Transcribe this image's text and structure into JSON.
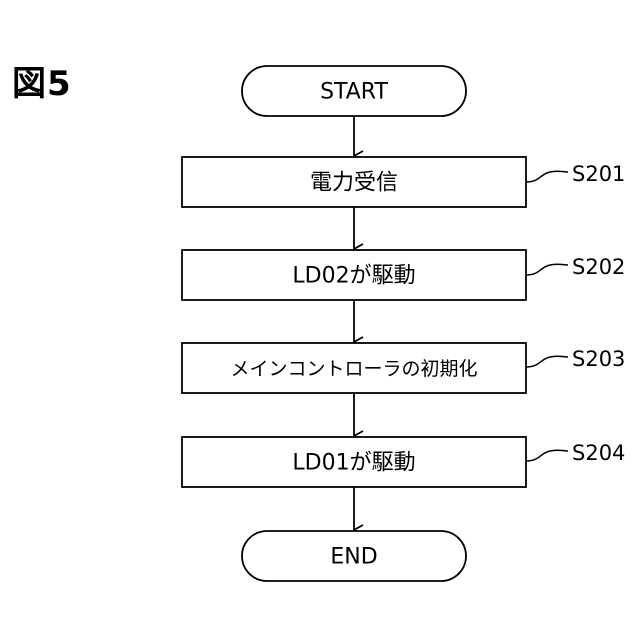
{
  "figure": {
    "label": "図5"
  },
  "flow": {
    "start": {
      "text": "START"
    },
    "steps": [
      {
        "text": "電力受信",
        "id": "S201"
      },
      {
        "text": "LD02が駆動",
        "id": "S202"
      },
      {
        "text": "メインコントローラの初期化",
        "id": "S203"
      },
      {
        "text": "LD01が駆動",
        "id": "S204"
      }
    ],
    "end": {
      "text": "END"
    }
  }
}
